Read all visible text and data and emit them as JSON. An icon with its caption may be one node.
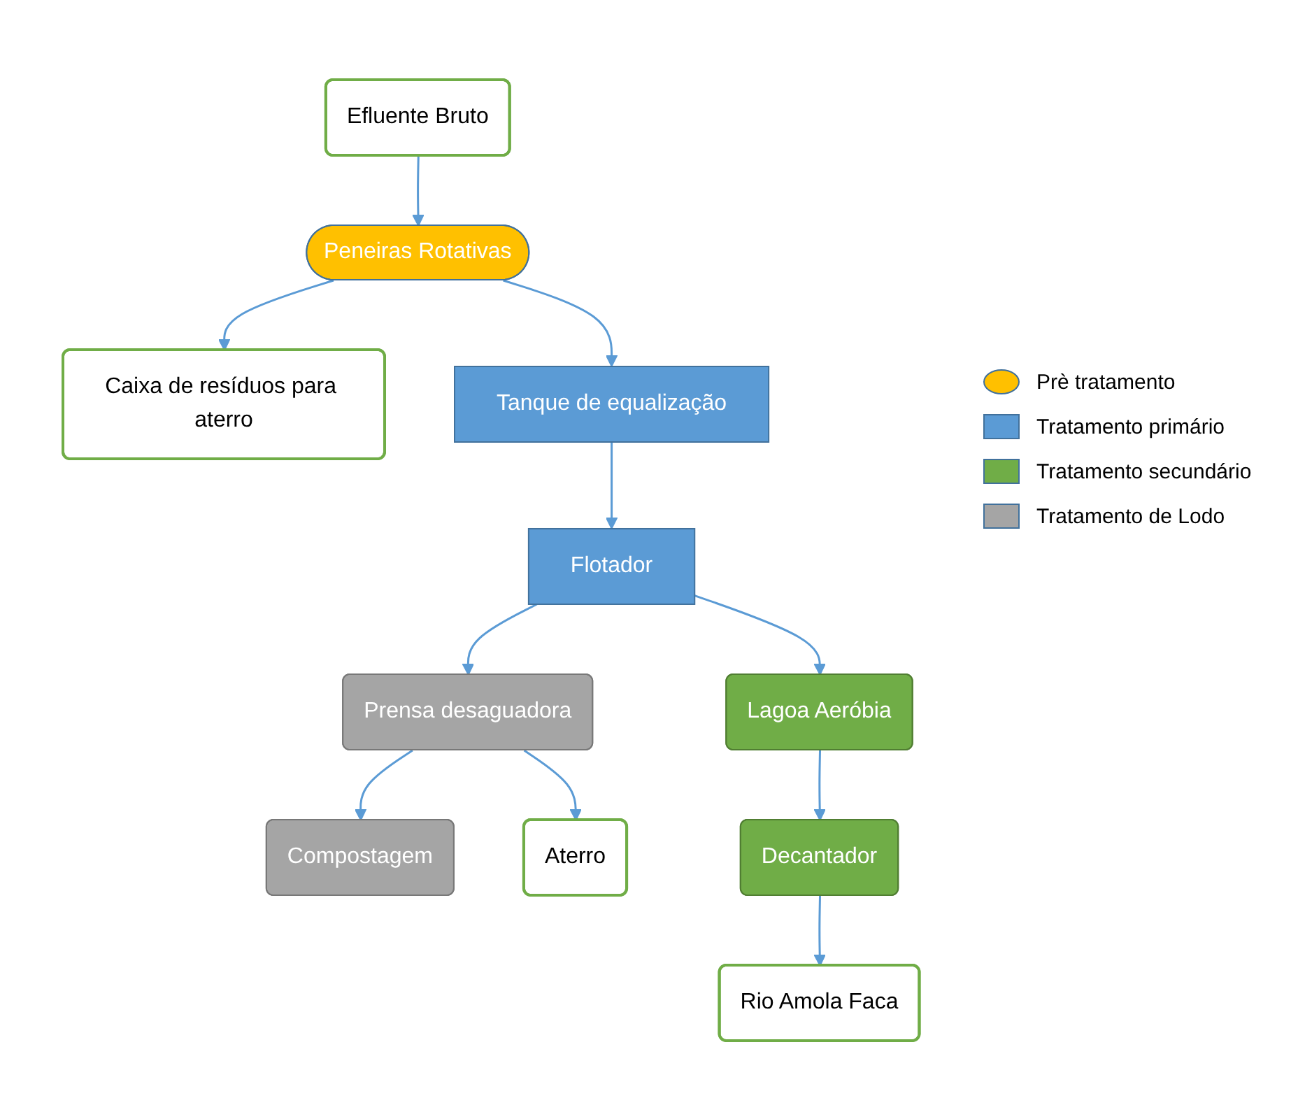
{
  "diagram": {
    "nodes": [
      {
        "text": [
          "Efluente Bruto"
        ]
      },
      {
        "text": [
          "Peneiras Rotativas"
        ]
      },
      {
        "text": [
          "Caixa de resíduos para aterro"
        ]
      },
      {
        "text": [
          "Tanque de equalização"
        ]
      },
      {
        "text": [
          "Flotador"
        ]
      },
      {
        "text": [
          "Prensa desaguadora"
        ]
      },
      {
        "text": [
          "Lagoa Aeróbia"
        ]
      },
      {
        "text": [
          "Compostagem"
        ]
      },
      {
        "text": [
          "Aterro"
        ]
      },
      {
        "text": [
          "Decantador"
        ]
      },
      {
        "text": [
          "Rio Amola Faca"
        ]
      }
    ],
    "edges": [
      {
        "from": 0,
        "to": 1,
        "arrow": "to"
      },
      {
        "from": 1,
        "to": 2,
        "arrow": "to"
      },
      {
        "from": 1,
        "to": 3,
        "arrow": "to"
      },
      {
        "from": 3,
        "to": 4,
        "arrow": "to"
      },
      {
        "from": 4,
        "to": 5,
        "arrow": "to"
      },
      {
        "from": 4,
        "to": 6,
        "arrow": "to"
      },
      {
        "from": 5,
        "to": 7,
        "arrow": "to"
      },
      {
        "from": 5,
        "to": 8,
        "arrow": "to"
      },
      {
        "from": 6,
        "to": 9,
        "arrow": "to"
      },
      {
        "from": 9,
        "to": 10,
        "arrow": "to"
      }
    ],
    "legend": [
      {
        "text": "Prè tratamento",
        "color": "#ffc000"
      },
      {
        "text": "Tratamento primário",
        "color": "#5b9bd5"
      },
      {
        "text": "Tratamento secundário",
        "color": "#70ad47"
      },
      {
        "text": "Tratamento de Lodo",
        "color": "#a5a5a5"
      }
    ]
  }
}
